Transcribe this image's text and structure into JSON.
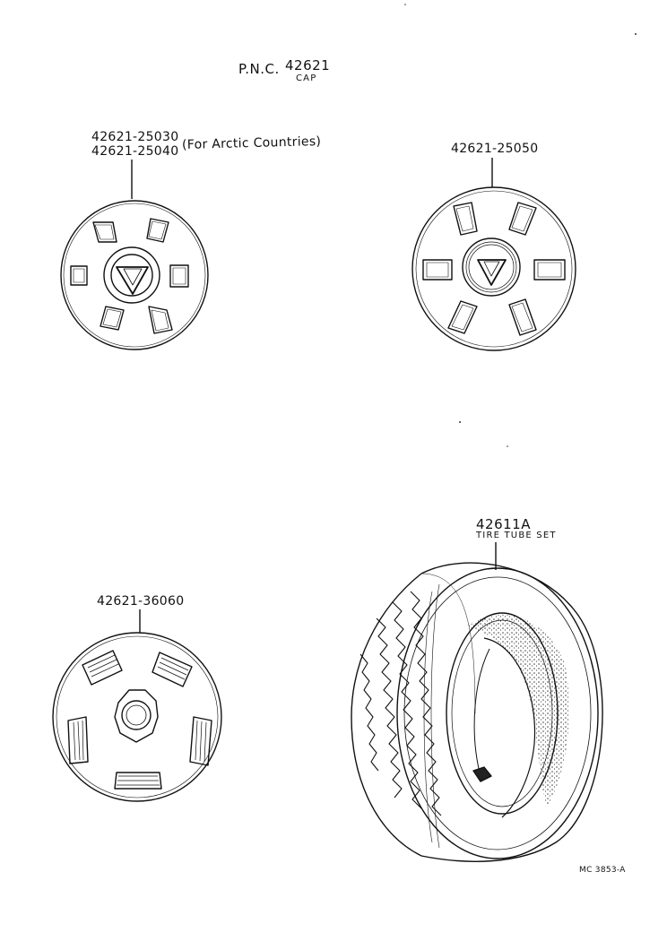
{
  "header": {
    "pnc_prefix": "P.N.C.",
    "pnc_number": "42621",
    "pnc_name": "CAP"
  },
  "parts": [
    {
      "numbers": [
        "42621-25030",
        "42621-25040"
      ],
      "note": "(For Arctic Countries)"
    },
    {
      "numbers": [
        "42621-25050"
      ]
    },
    {
      "numbers": [
        "42621-36060"
      ]
    },
    {
      "numbers": [
        "42611A"
      ],
      "name": "TIRE TUBE SET"
    }
  ],
  "footer": {
    "code": "MC 3853-A"
  }
}
